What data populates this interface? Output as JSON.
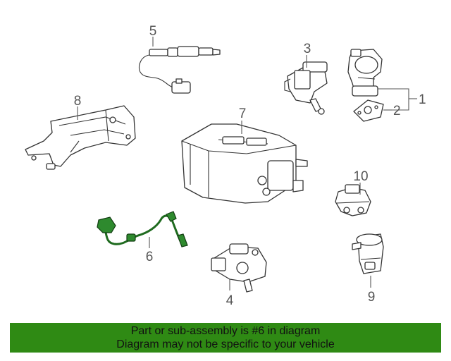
{
  "callouts": {
    "p1": "1",
    "p2": "2",
    "p3": "3",
    "p4": "4",
    "p5": "5",
    "p6": "6",
    "p7": "7",
    "p8": "8",
    "p9": "9",
    "p10": "10"
  },
  "highlighted_part": "6",
  "colors": {
    "banner_background": "#2f8a14",
    "highlight": "#2e8a2e"
  },
  "banner": {
    "line1": "Part or sub-assembly is #6 in diagram",
    "line2": "Diagram may not be specific to your vehicle"
  }
}
